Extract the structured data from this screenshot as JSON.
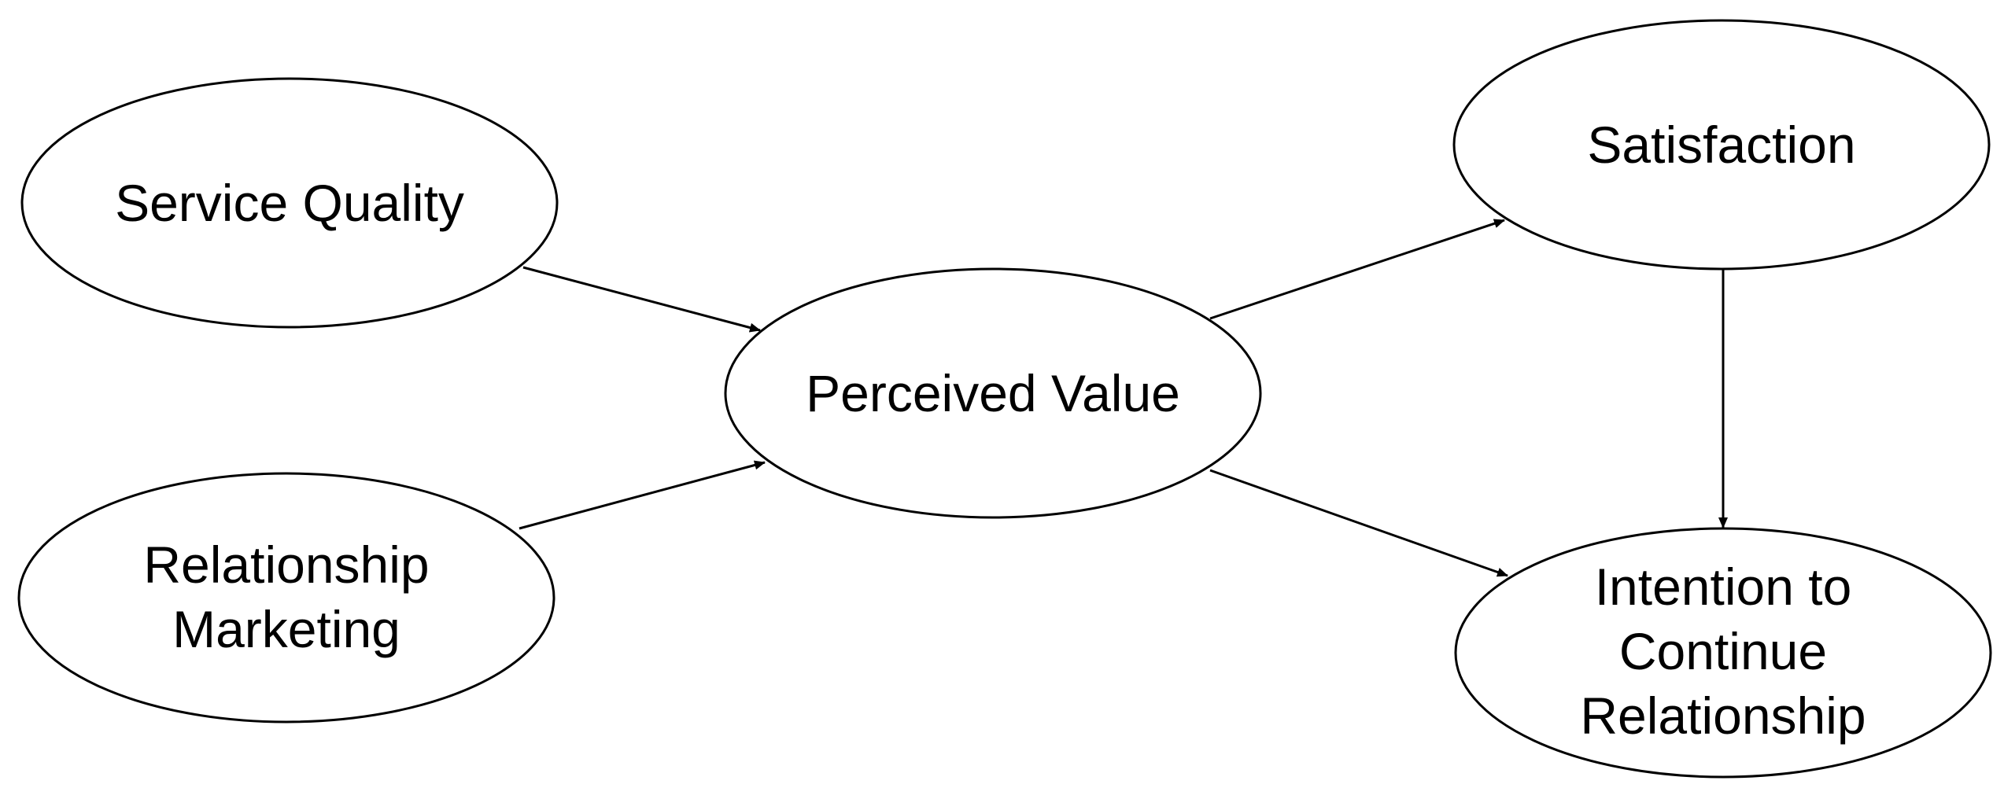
{
  "nodes": {
    "service_quality": {
      "lines": [
        "Service Quality"
      ]
    },
    "relationship_marketing": {
      "lines": [
        "Relationship",
        "Marketing"
      ]
    },
    "perceived_value": {
      "lines": [
        "Perceived Value"
      ]
    },
    "satisfaction": {
      "lines": [
        "Satisfaction"
      ]
    },
    "intention": {
      "lines": [
        "Intention to",
        "Continue",
        "Relationship"
      ]
    }
  },
  "edges": [
    {
      "from": "service_quality",
      "to": "perceived_value"
    },
    {
      "from": "relationship_marketing",
      "to": "perceived_value"
    },
    {
      "from": "perceived_value",
      "to": "satisfaction"
    },
    {
      "from": "perceived_value",
      "to": "intention"
    },
    {
      "from": "satisfaction",
      "to": "intention"
    }
  ],
  "colors": {
    "stroke": "#000000",
    "fill": "#ffffff",
    "background": "#ffffff"
  }
}
